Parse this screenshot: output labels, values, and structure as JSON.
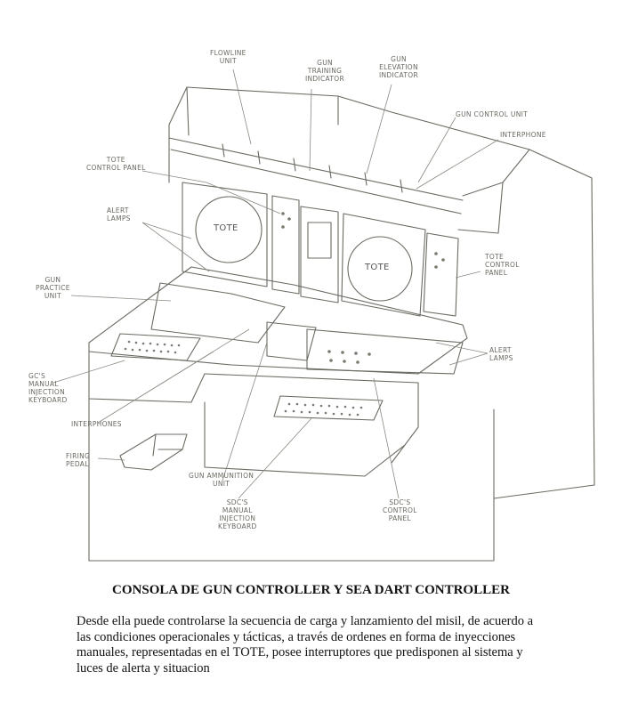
{
  "diagram": {
    "labels": {
      "flowline_unit": "FLOWLINE\nUNIT",
      "gun_training_indicator": "GUN\nTRAINING\nINDICATOR",
      "gun_elevation_indicator": "GUN\nELEVATION\nINDICATOR",
      "gun_control_unit": "GUN CONTROL UNIT",
      "interphone": "INTERPHONE",
      "tote_control_panel_left": "TOTE\nCONTROL PANEL",
      "alert_lamps_left": "ALERT\nLAMPS",
      "tote_control_panel_right": "TOTE\nCONTROL\nPANEL",
      "gun_practice_unit": "GUN\nPRACTICE\nUNIT",
      "alert_lamps_right": "ALERT\nLAMPS",
      "gc_manual_injection_keyboard": "GC'S\nMANUAL\nINJECTION\nKEYBOARD",
      "interphones": "INTERPHONES",
      "firing_pedal": "FIRING\nPEDAL",
      "gun_ammunition_unit": "GUN AMMUNITION\nUNIT",
      "sdc_manual_injection_keyboard": "SDC'S\nMANUAL\nINJECTION\nKEYBOARD",
      "sdc_control_panel": "SDC'S\nCONTROL\nPANEL",
      "tote_screen_left": "TOTE",
      "tote_screen_right": "TOTE"
    }
  },
  "caption": "CONSOLA DE GUN CONTROLLER Y SEA DART CONTROLLER",
  "description_lines": [
    "Desde ella puede controlarse la secuencia de carga y lanzamiento del misil, de acuerdo a",
    "las condiciones operacionales y tácticas, a través de ordenes en forma de  inyecciones",
    "manuales, representadas en el TOTE, posee interruptores que predisponen al sistema y",
    "luces de alerta y situacion"
  ]
}
